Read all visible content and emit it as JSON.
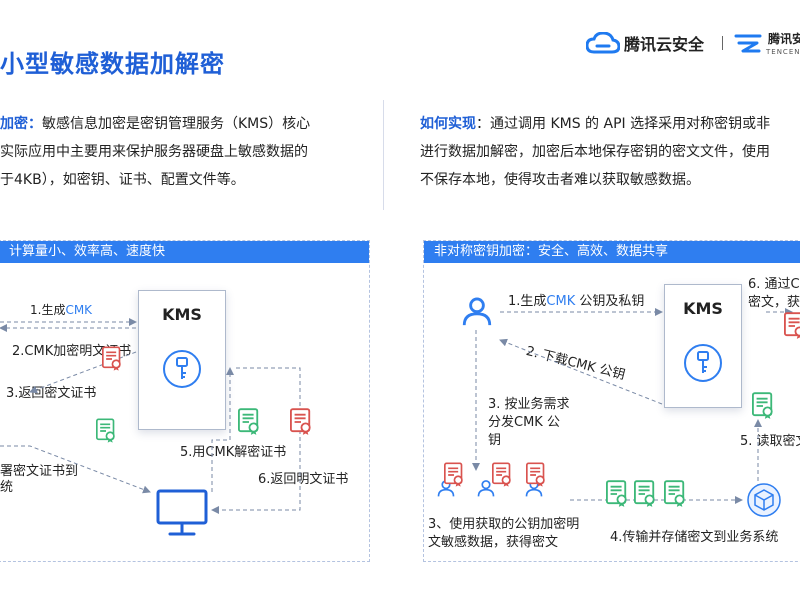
{
  "header": {
    "title": "小型敏感数据加解密",
    "brand_name": "腾讯云安全",
    "brand_partner": "腾讯安",
    "brand_partner_sub": "TENCENT"
  },
  "left_desc": {
    "label": "加密：",
    "line1": "敏感信息加密是密钥管理服务（KMS）核心",
    "line2": "实际应用中主要用来保护服务器硬盘上敏感数据的",
    "line3": "于4KB），如密钥、证书、配置文件等。"
  },
  "right_desc": {
    "label": "如何实现",
    "colon": "：",
    "line1": "通过调用 KMS 的 API 选择采用对称密钥或非",
    "line2": "进行数据加解密，加密后本地保存密钥的密文文件，使用",
    "line3": "不保存本地，使得攻击者难以获取敏感数据。"
  },
  "left_panel": {
    "bar": "计算量小、效率高、速度快",
    "kms": "KMS",
    "step1_prefix": "1.生成",
    "step1_cmk": "CMK",
    "step2": "2.CMK加密明文证书",
    "step3": "3.返回密文证书",
    "step4_line1": "署密文证书到",
    "step4_line2": "统",
    "step5": "5.用CMK解密证书",
    "step6": "6.返回明文证书"
  },
  "right_panel": {
    "bar": "非对称密钥加密：安全、高效、数据共享",
    "kms": "KMS",
    "step1_prefix": "1.生成",
    "step1_cmk": "CMK",
    "step1_suffix": " 公钥及私钥",
    "step2": "2. 下载CMK 公钥",
    "step3_line1": "3. 按业务需求",
    "step3_line2": "分发CMK 公",
    "step3_line3": "钥",
    "step3b_line1": "3、使用获取的公钥加密明",
    "step3b_line2": "文敏感数据，获得密文",
    "step4": "4.传输并存储密文到业务系统",
    "step5": "5. 读取密文",
    "step6_line1": "6. 通过C",
    "step6_line2": "密文，获"
  },
  "colors": {
    "primary": "#1f5fd6",
    "bar": "#2f7ef0",
    "cert_red": "#d9534f",
    "cert_green": "#3cb878"
  },
  "icons": [
    "cloud-logo-icon",
    "partner-logo-icon",
    "key-icon",
    "cert-icon",
    "monitor-icon",
    "user-icon",
    "users-icon",
    "cube-icon"
  ]
}
